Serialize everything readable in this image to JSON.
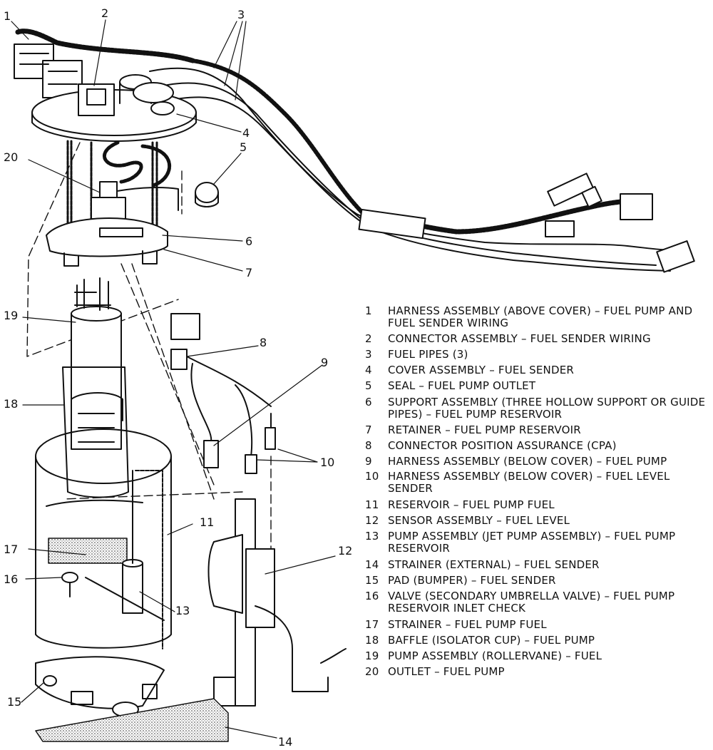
{
  "callouts": [
    "1",
    "2",
    "3",
    "4",
    "5",
    "6",
    "7",
    "8",
    "9",
    "10",
    "11",
    "12",
    "13",
    "14",
    "15",
    "16",
    "17",
    "18",
    "19",
    "20"
  ],
  "legend": [
    {
      "num": "1",
      "text": "HARNESS ASSEMBLY (ABOVE COVER) – FUEL PUMP AND FUEL SENDER WIRING"
    },
    {
      "num": "2",
      "text": "CONNECTOR ASSEMBLY – FUEL SENDER WIRING"
    },
    {
      "num": "3",
      "text": "FUEL PIPES (3)"
    },
    {
      "num": "4",
      "text": "COVER ASSEMBLY – FUEL SENDER"
    },
    {
      "num": "5",
      "text": "SEAL – FUEL PUMP OUTLET"
    },
    {
      "num": "6",
      "text": "SUPPORT ASSEMBLY (THREE HOLLOW SUPPORT OR GUIDE PIPES) – FUEL PUMP RESERVOIR"
    },
    {
      "num": "7",
      "text": "RETAINER – FUEL PUMP RESERVOIR"
    },
    {
      "num": "8",
      "text": "CONNECTOR POSITION ASSURANCE (CPA)"
    },
    {
      "num": "9",
      "text": "HARNESS ASSEMBLY (BELOW COVER) – FUEL PUMP"
    },
    {
      "num": "10",
      "text": "HARNESS ASSEMBLY (BELOW COVER) – FUEL LEVEL SENDER"
    },
    {
      "num": "11",
      "text": "RESERVOIR – FUEL PUMP FUEL"
    },
    {
      "num": "12",
      "text": "SENSOR ASSEMBLY – FUEL LEVEL"
    },
    {
      "num": "13",
      "text": "PUMP ASSEMBLY (JET PUMP ASSEMBLY) – FUEL PUMP RESERVOIR"
    },
    {
      "num": "14",
      "text": "STRAINER (EXTERNAL) – FUEL SENDER"
    },
    {
      "num": "15",
      "text": "PAD (BUMPER) – FUEL SENDER"
    },
    {
      "num": "16",
      "text": "VALVE (SECONDARY UMBRELLA VALVE) – FUEL PUMP RESERVOIR INLET CHECK"
    },
    {
      "num": "17",
      "text": "STRAINER – FUEL PUMP FUEL"
    },
    {
      "num": "18",
      "text": "BAFFLE (ISOLATOR CUP) – FUEL PUMP"
    },
    {
      "num": "19",
      "text": "PUMP ASSEMBLY (ROLLERVANE) – FUEL"
    },
    {
      "num": "20",
      "text": "OUTLET – FUEL PUMP"
    }
  ]
}
